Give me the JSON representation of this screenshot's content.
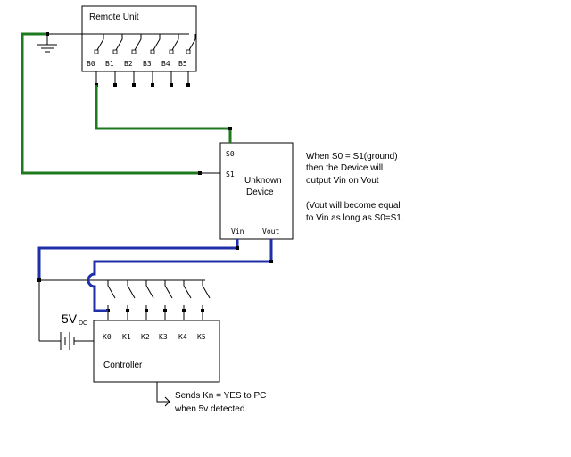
{
  "remote_unit": {
    "title": "Remote Unit",
    "pins": [
      "B0",
      "B1",
      "B2",
      "B3",
      "B4",
      "B5"
    ]
  },
  "device": {
    "title_line1": "Unknown",
    "title_line2": "Device",
    "pin_s0": "S0",
    "pin_s1": "S1",
    "pin_vin": "Vin",
    "pin_vout": "Vout"
  },
  "controller": {
    "title": "Controller",
    "pins": [
      "K0",
      "K1",
      "K2",
      "K3",
      "K4",
      "K5"
    ]
  },
  "battery": {
    "voltage": "5V",
    "voltage_sub": "DC"
  },
  "note": {
    "line1": "When S0 = S1(ground)",
    "line2": "then the Device will",
    "line3": "output Vin on Vout",
    "line4": "(Vout will become equal",
    "line5": "to Vin as long as S0=S1."
  },
  "output": {
    "line1": "Sends Kn = YES to PC",
    "line2": "when 5v detected"
  },
  "colors": {
    "green_wire": "#1e7a1e",
    "blue_wire": "#1f2fa8",
    "black": "#000000"
  }
}
